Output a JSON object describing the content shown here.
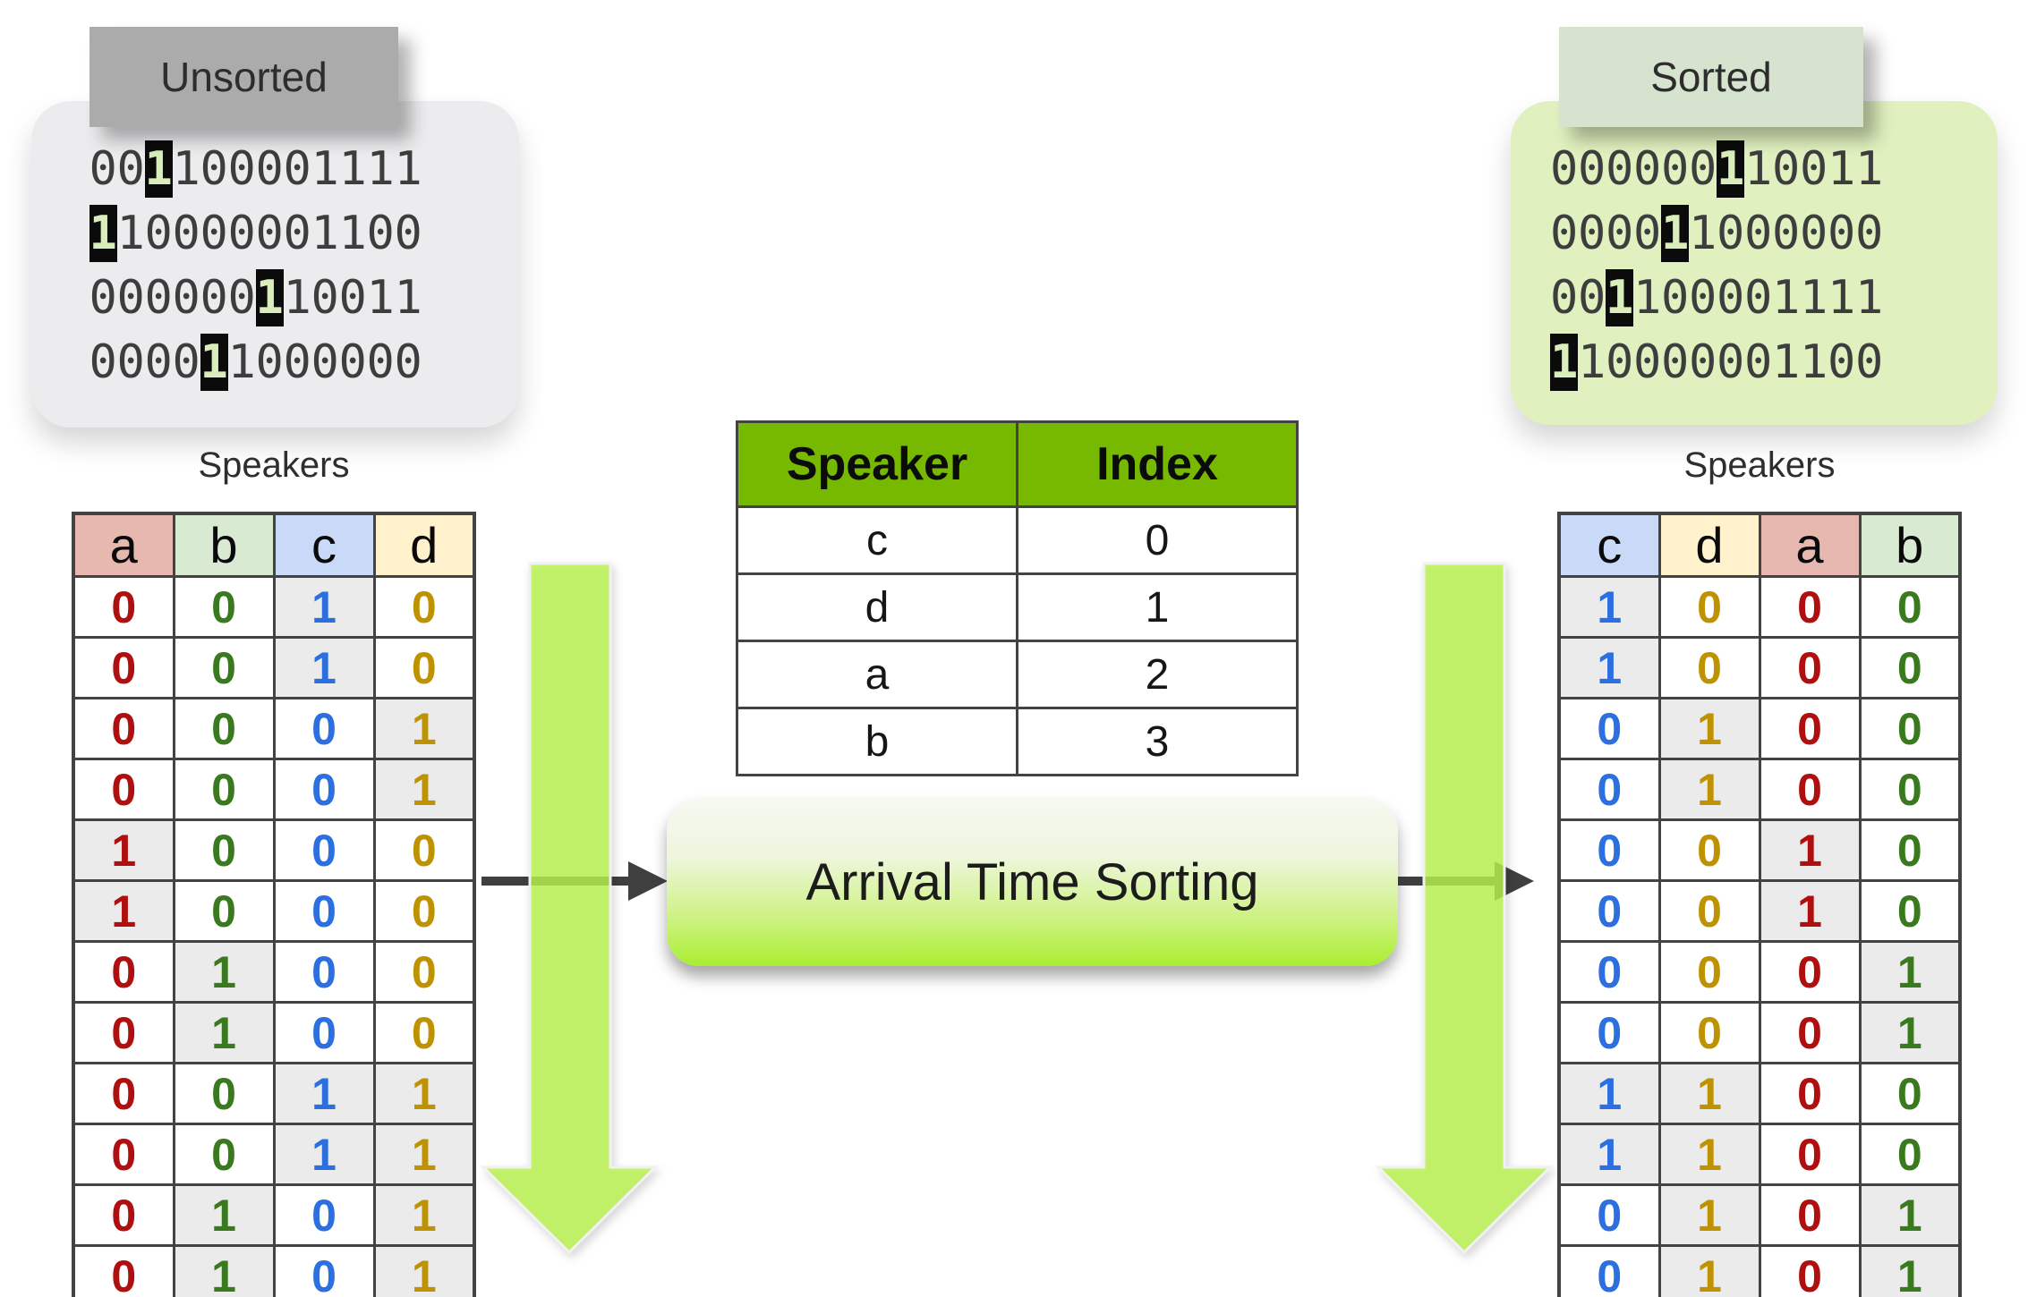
{
  "unsorted_panel": {
    "label": "Unsorted",
    "rows": [
      {
        "text": "001100001111",
        "highlight_index": 2
      },
      {
        "text": "110000001100",
        "highlight_index": 0
      },
      {
        "text": "000000110011",
        "highlight_index": 6
      },
      {
        "text": "000011000000",
        "highlight_index": 4
      }
    ]
  },
  "sorted_panel": {
    "label": "Sorted",
    "rows": [
      {
        "text": "000000110011",
        "highlight_index": 6
      },
      {
        "text": "000011000000",
        "highlight_index": 4
      },
      {
        "text": "001100001111",
        "highlight_index": 2
      },
      {
        "text": "110000001100",
        "highlight_index": 0
      }
    ]
  },
  "left_table": {
    "title": "Speakers",
    "columns": [
      "a",
      "b",
      "c",
      "d"
    ],
    "rows": [
      [
        0,
        0,
        1,
        0
      ],
      [
        0,
        0,
        1,
        0
      ],
      [
        0,
        0,
        0,
        1
      ],
      [
        0,
        0,
        0,
        1
      ],
      [
        1,
        0,
        0,
        0
      ],
      [
        1,
        0,
        0,
        0
      ],
      [
        0,
        1,
        0,
        0
      ],
      [
        0,
        1,
        0,
        0
      ],
      [
        0,
        0,
        1,
        1
      ],
      [
        0,
        0,
        1,
        1
      ],
      [
        0,
        1,
        0,
        1
      ],
      [
        0,
        1,
        0,
        1
      ]
    ]
  },
  "right_table": {
    "title": "Speakers",
    "columns": [
      "c",
      "d",
      "a",
      "b"
    ],
    "rows": [
      [
        1,
        0,
        0,
        0
      ],
      [
        1,
        0,
        0,
        0
      ],
      [
        0,
        1,
        0,
        0
      ],
      [
        0,
        1,
        0,
        0
      ],
      [
        0,
        0,
        1,
        0
      ],
      [
        0,
        0,
        1,
        0
      ],
      [
        0,
        0,
        0,
        1
      ],
      [
        0,
        0,
        0,
        1
      ],
      [
        1,
        1,
        0,
        0
      ],
      [
        1,
        1,
        0,
        0
      ],
      [
        0,
        1,
        0,
        1
      ],
      [
        0,
        1,
        0,
        1
      ]
    ]
  },
  "mapping_table": {
    "columns": [
      "Speaker",
      "Index"
    ],
    "rows": [
      [
        "c",
        "0"
      ],
      [
        "d",
        "1"
      ],
      [
        "a",
        "2"
      ],
      [
        "b",
        "3"
      ]
    ]
  },
  "process_box": {
    "label": "Arrival Time Sorting"
  },
  "column_colors": {
    "a": {
      "header_bg": "#e6b8af",
      "text": "#b00f0f"
    },
    "b": {
      "header_bg": "#d9ead3",
      "text": "#3a7a1e"
    },
    "c": {
      "header_bg": "#c9daf8",
      "text": "#2b6fe0"
    },
    "d": {
      "header_bg": "#fff2cc",
      "text": "#bf9202"
    }
  },
  "accent_colors": {
    "nvidia_green": "#76b900",
    "arrow_green": "#b9f44e",
    "highlight_bg": "#0b0b0b",
    "highlight_text": "#d9eebb"
  }
}
